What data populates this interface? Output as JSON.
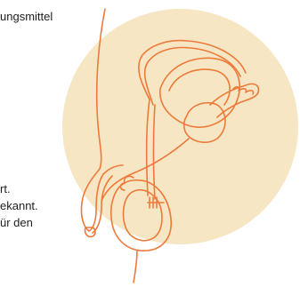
{
  "text_fragments": [
    "ungsmittel",
    "rt.",
    "ekannt.",
    "ür den"
  ],
  "colors": {
    "circle_bg": "#f7e6c4",
    "line": "#ee7a3a",
    "text": "#1e1e1e"
  }
}
